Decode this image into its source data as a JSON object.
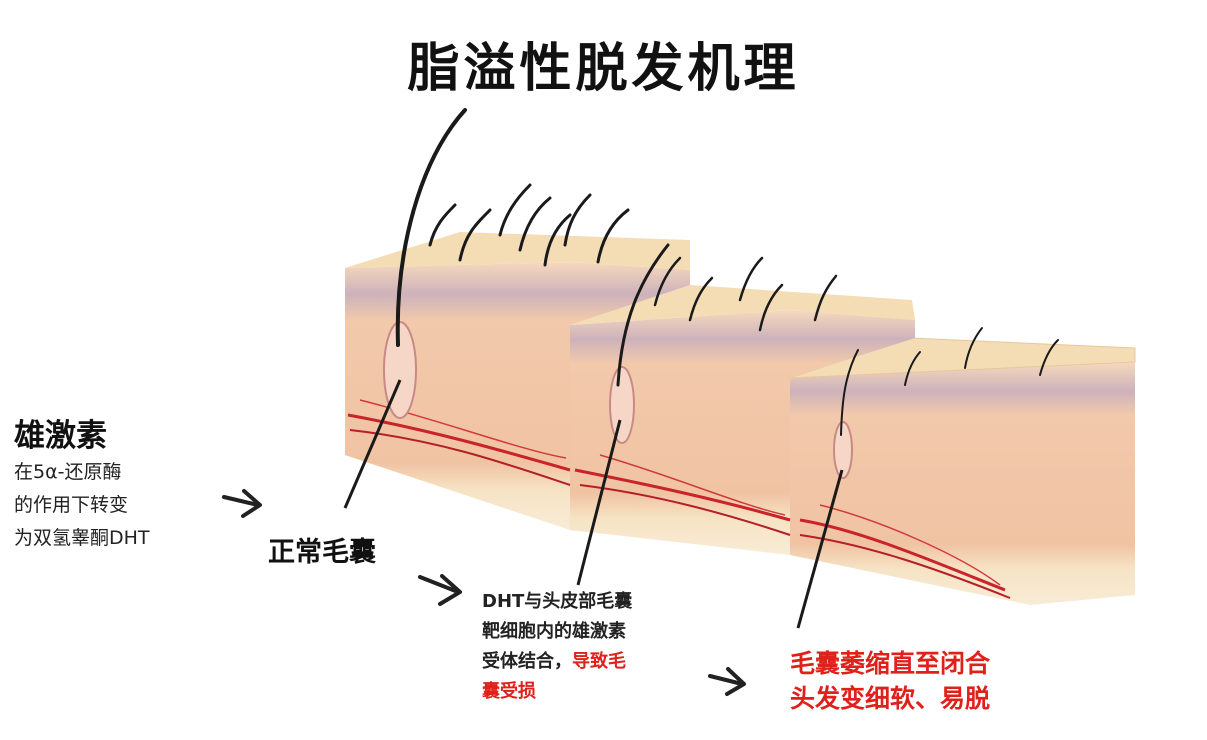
{
  "title": "脂溢性脱发机理",
  "androgen": {
    "heading": "雄激素",
    "lines": [
      "在5α-还原酶",
      "的作用下转变",
      "为双氢睾酮DHT"
    ]
  },
  "normal_follicle": "正常毛囊",
  "dht_binding": {
    "line1": "DHT与头皮部毛囊",
    "line2": "靶细胞内的雄激素",
    "line3_black": "受体结合，",
    "line3_red": "导致毛",
    "line4_red": "囊受损"
  },
  "result": {
    "line1": "毛囊萎缩直至闭合",
    "line2": "头发变细软、易脱"
  },
  "colors": {
    "skin_top": "#f4ddb4",
    "skin_side": "#f1c4a4",
    "dermis_band": "#ceb6be",
    "blood_vessel": "#c8242a",
    "hair": "#1a1a1a",
    "highlight_text": "#e0201b"
  }
}
